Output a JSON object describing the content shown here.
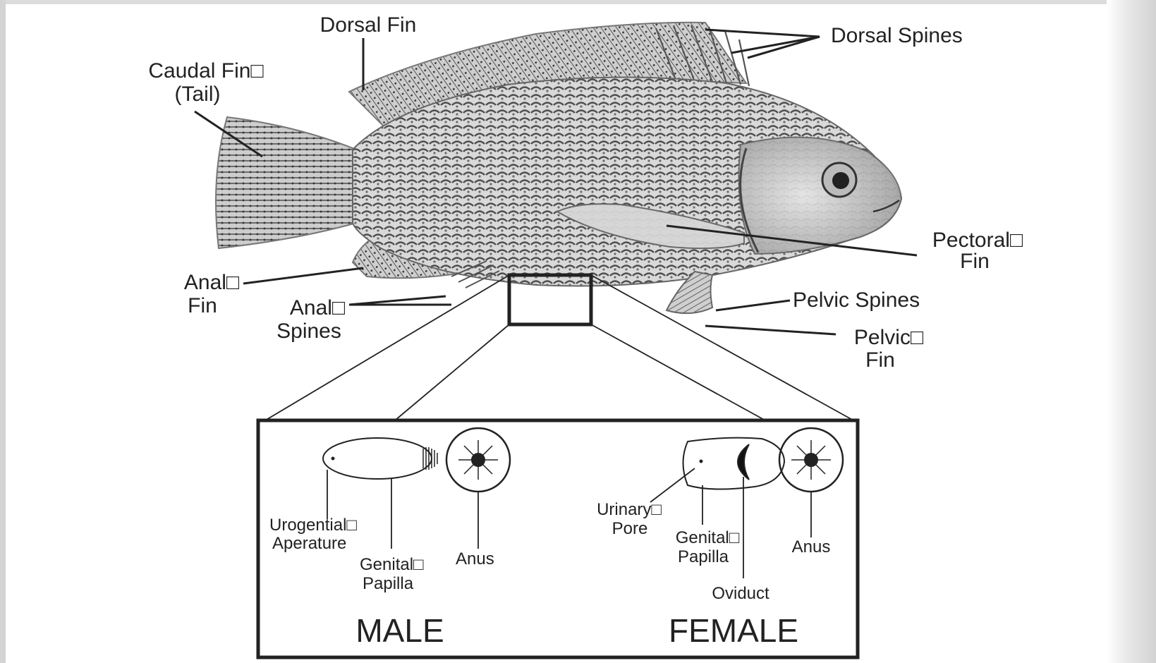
{
  "labels": {
    "dorsal_fin": "Dorsal Fin",
    "dorsal_spines": "Dorsal Spines",
    "caudal_fin": "Caudal Fin□",
    "tail": "(Tail)",
    "pectoral": "Pectoral□",
    "pectoral_fin": "Fin",
    "anal": "Anal□",
    "anal_fin": "Fin",
    "anal_spines_1": "Anal□",
    "anal_spines_2": "Spines",
    "pelvic_spines": "Pelvic Spines",
    "pelvic": "Pelvic□",
    "pelvic_fin": "Fin"
  },
  "male": {
    "title": "MALE",
    "urogential_1": "Urogential□",
    "urogential_2": "Aperature",
    "genital_1": "Genital□",
    "genital_2": "Papilla",
    "anus": "Anus"
  },
  "female": {
    "title": "FEMALE",
    "urinary_1": "Urinary□",
    "urinary_2": "Pore",
    "genital_1": "Genital□",
    "genital_2": "Papilla",
    "anus": "Anus",
    "oviduct": "Oviduct"
  },
  "colors": {
    "ink": "#222222",
    "body": "#bdbdbd",
    "scale": "#5a5a5a"
  }
}
